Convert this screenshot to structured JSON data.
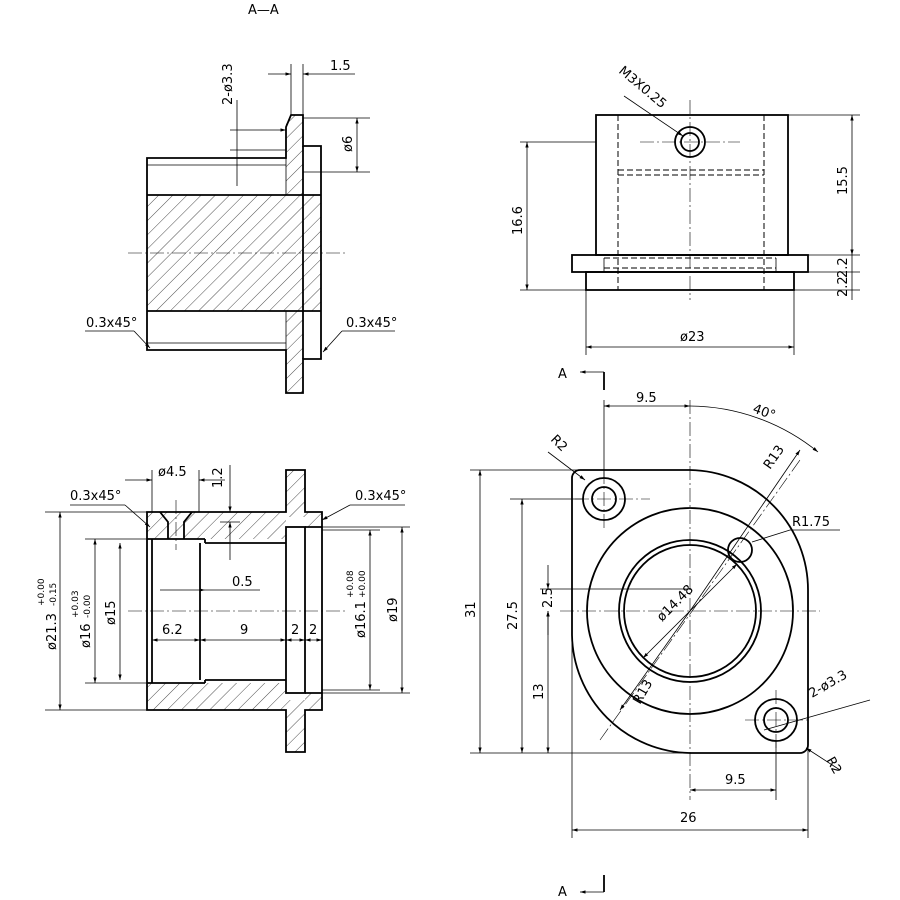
{
  "section_label": "A—A",
  "section_marker": "A",
  "top_left": {
    "holes_dim": "2-ø3.3",
    "flange_dim": "1.5",
    "dia6": "ø6",
    "chamfer_left": "0.3x45°",
    "chamfer_right": "0.3x45°"
  },
  "top_right": {
    "thread": "M3X0.25",
    "height_total": "16.6",
    "height_body": "15.5",
    "flange_t1": "2.2",
    "flange_t2": "2.2",
    "width": "ø23"
  },
  "bottom_left": {
    "hole_dia": "ø4.5",
    "depth": "1.2",
    "chamfer_left": "0.3x45°",
    "chamfer_right": "0.3x45°",
    "step": "0.5",
    "len1": "6.2",
    "len2": "9",
    "len3": "2",
    "len4": "2",
    "d_outer": "ø21.3",
    "d_outer_tol_up": "+0.00",
    "d_outer_tol_lo": "-0.15",
    "d_bore": "ø16",
    "d_bore_tol_up": "+0.03",
    "d_bore_tol_lo": "-0.00",
    "d_inner": "ø15",
    "d_groove": "ø16.1",
    "d_groove_tol_up": "+0.08",
    "d_groove_tol_lo": "+0.00",
    "d_flange": "ø19"
  },
  "bottom_right": {
    "dx_top": "9.5",
    "angle": "40°",
    "r2_top": "R2",
    "r13_top": "R13",
    "r175": "R1.75",
    "h31": "31",
    "h275": "27.5",
    "d25": "2.5",
    "d13": "13",
    "d1448": "ø14.48",
    "r13_bot": "R13",
    "holes": "2-ø3.3",
    "dx_bot": "9.5",
    "r2_bot": "R2",
    "w26": "26"
  }
}
